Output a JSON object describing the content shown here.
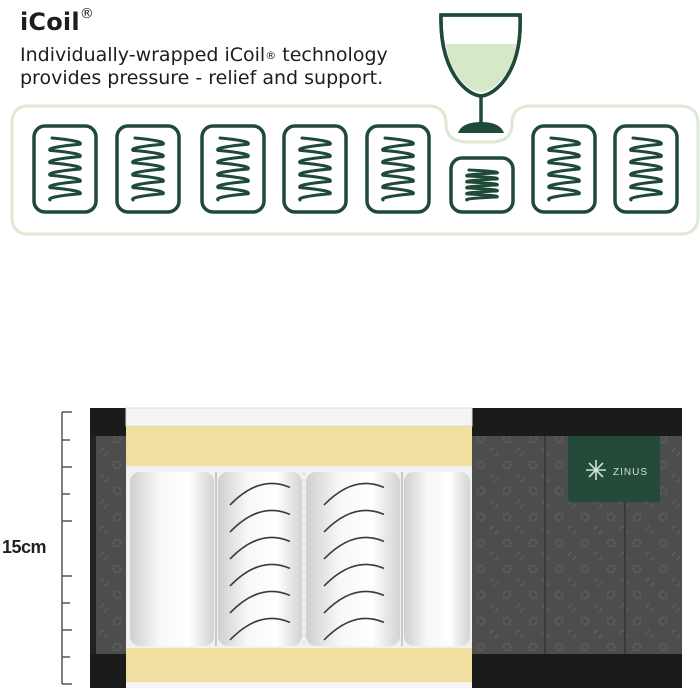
{
  "header": {
    "title": "iCoil",
    "title_mark": "®",
    "desc_line1_a": "Individually-wrapped  iCoil",
    "desc_line1_mark": "®",
    "desc_line1_b": " technology",
    "desc_line2": "provides pressure - relief and support."
  },
  "ruler": {
    "height_label": "15cm"
  },
  "brand_tag": {
    "name": "ZINUS"
  },
  "colors": {
    "accent_green": "#1f4a38",
    "outline_light_green": "#dce9d4",
    "wine_fill": "#d6e8c8",
    "foam_yellow": "#f0dfa0",
    "fabric_dark": "#4b4b4b"
  },
  "icons": [
    "coil-icon",
    "wine-glass-icon",
    "ruler-icon",
    "zinus-logo-icon"
  ]
}
